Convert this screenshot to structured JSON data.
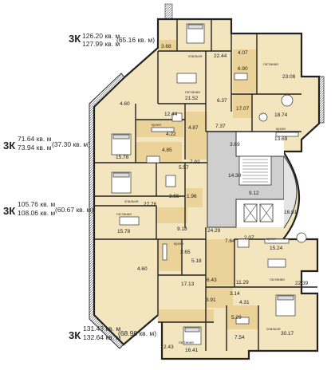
{
  "apartments": [
    {
      "code": "3К",
      "area_a": "126.20 кв. м",
      "area_b": "127.99 кв. м",
      "living": "(65.16 кв. м)"
    },
    {
      "code": "3К",
      "area_a": "71.64 кв. м",
      "area_b": "73.94 кв. м",
      "living": "(37.30 кв. м)"
    },
    {
      "code": "3К",
      "area_a": "105.76 кв. м",
      "area_b": "108.06 кв. м",
      "living": "(60.67 кв. м)"
    },
    {
      "code": "3К",
      "area_a": "131.43 кв. м",
      "area_b": "132.64 кв. м",
      "living": "(68.98 кв. м)"
    }
  ],
  "rooms": [
    {
      "area": "3.68",
      "name": ""
    },
    {
      "area": "22.44",
      "name": "спальня"
    },
    {
      "area": "4.07",
      "name": ""
    },
    {
      "area": "6.90",
      "name": ""
    },
    {
      "area": "",
      "name": "гостиная"
    },
    {
      "area": "23.08",
      "name": ""
    },
    {
      "area": "21.52",
      "name": "гостиная"
    },
    {
      "area": "6.37",
      "name": ""
    },
    {
      "area": "4.60",
      "name": ""
    },
    {
      "area": "12.44",
      "name": ""
    },
    {
      "area": "17.07",
      "name": ""
    },
    {
      "area": "18.74",
      "name": ""
    },
    {
      "area": "7.37",
      "name": ""
    },
    {
      "area": "",
      "name": "кухня"
    },
    {
      "area": "4.87",
      "name": ""
    },
    {
      "area": "4.22",
      "name": ""
    },
    {
      "area": "",
      "name": "кухня"
    },
    {
      "area": "3.69",
      "name": ""
    },
    {
      "area": "13.69",
      "name": ""
    },
    {
      "area": "4.85",
      "name": ""
    },
    {
      "area": "15.78",
      "name": ""
    },
    {
      "area": "5.57",
      "name": ""
    },
    {
      "area": "7.92",
      "name": ""
    },
    {
      "area": "14.30",
      "name": ""
    },
    {
      "area": "9.12",
      "name": ""
    },
    {
      "area": "3.55",
      "name": ""
    },
    {
      "area": "1.96",
      "name": ""
    },
    {
      "area": "27.76",
      "name": "спальня"
    },
    {
      "area": "16.81",
      "name": ""
    },
    {
      "area": "",
      "name": "гостиная"
    },
    {
      "area": "15.78",
      "name": ""
    },
    {
      "area": "9.18",
      "name": ""
    },
    {
      "area": "24.29",
      "name": ""
    },
    {
      "area": "2.07",
      "name": ""
    },
    {
      "area": "",
      "name": "кухня"
    },
    {
      "area": "15.24",
      "name": ""
    },
    {
      "area": "7.64",
      "name": ""
    },
    {
      "area": "",
      "name": "кухня"
    },
    {
      "area": "2.65",
      "name": ""
    },
    {
      "area": "5.18",
      "name": ""
    },
    {
      "area": "4.60",
      "name": ""
    },
    {
      "area": "6.43",
      "name": ""
    },
    {
      "area": "17.13",
      "name": ""
    },
    {
      "area": "22.39",
      "name": "гостиная"
    },
    {
      "area": "11.29",
      "name": ""
    },
    {
      "area": "3.14",
      "name": ""
    },
    {
      "area": "3.91",
      "name": ""
    },
    {
      "area": "4.31",
      "name": ""
    },
    {
      "area": "5.29",
      "name": ""
    },
    {
      "area": "30.17",
      "name": "спальня"
    },
    {
      "area": "7.54",
      "name": ""
    },
    {
      "area": "2.43",
      "name": ""
    },
    {
      "area": "16.41",
      "name": "гостиная"
    }
  ]
}
